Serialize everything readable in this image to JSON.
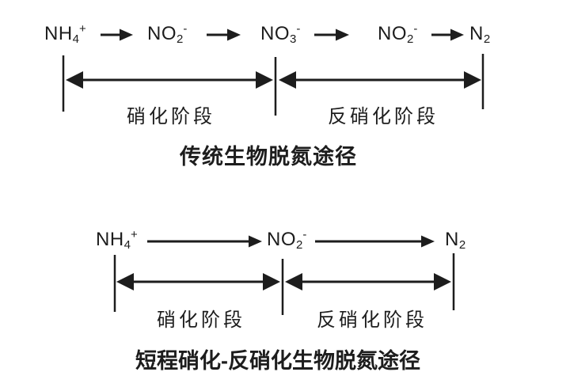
{
  "colors": {
    "ink": "#1d1d1d",
    "background": "#ffffff"
  },
  "top_diagram": {
    "species": [
      {
        "main": "NH",
        "sub": "4",
        "sup": "+"
      },
      {
        "main": "NO",
        "sub": "2",
        "sup": "-"
      },
      {
        "main": "NO",
        "sub": "3",
        "sup": "-"
      },
      {
        "main": "NO",
        "sub": "2",
        "sup": "-"
      },
      {
        "main": "N",
        "sub": "2",
        "sup": ""
      }
    ],
    "stage_labels": [
      "硝化阶段",
      "反硝化阶段"
    ],
    "title": "传统生物脱氮途径"
  },
  "bottom_diagram": {
    "species": [
      {
        "main": "NH",
        "sub": "4",
        "sup": "+"
      },
      {
        "main": "NO",
        "sub": "2",
        "sup": "-"
      },
      {
        "main": "N",
        "sub": "2",
        "sup": ""
      }
    ],
    "stage_labels": [
      "硝化阶段",
      "反硝化阶段"
    ],
    "title": "短程硝化-反硝化生物脱氮途径"
  }
}
